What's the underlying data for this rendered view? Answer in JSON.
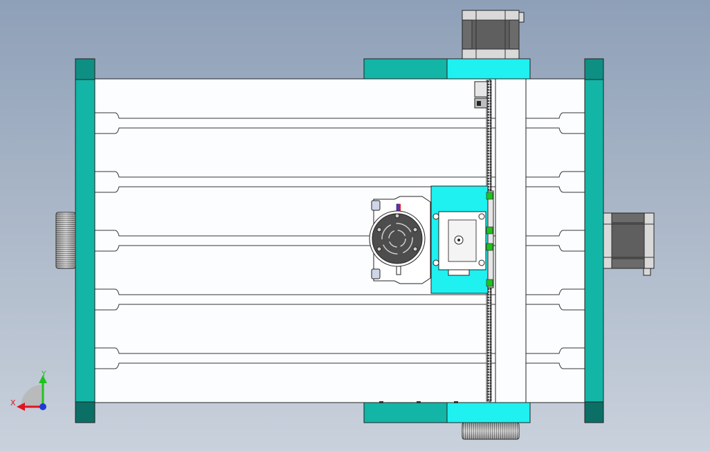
{
  "view": {
    "axes": {
      "x_label": "X",
      "y_label": "Y"
    }
  },
  "colors": {
    "background_top": "#8ea0b8",
    "background_bottom": "#c9d1dc",
    "frame_teal": "#12b5a6",
    "frame_teal_dark": "#0b6f66",
    "carriage_cyan": "#1ff0f0",
    "table_white": "#fbfdff",
    "motor_gray": "#6b6b6b",
    "edge": "#222222",
    "axis_x": "#e0141e",
    "axis_y": "#1ec31e",
    "axis_z": "#1e3cd2"
  },
  "components": [
    {
      "name": "aluminum-slot-table"
    },
    {
      "name": "left-end-plate"
    },
    {
      "name": "right-end-plate"
    },
    {
      "name": "gantry-top-bracket"
    },
    {
      "name": "gantry-bottom-bracket"
    },
    {
      "name": "gantry-beam"
    },
    {
      "name": "lead-screw"
    },
    {
      "name": "z-carriage-plate"
    },
    {
      "name": "spindle-motor"
    },
    {
      "name": "stepper-motor-top"
    },
    {
      "name": "stepper-motor-right"
    },
    {
      "name": "coupler-left"
    },
    {
      "name": "coupler-bottom"
    }
  ]
}
